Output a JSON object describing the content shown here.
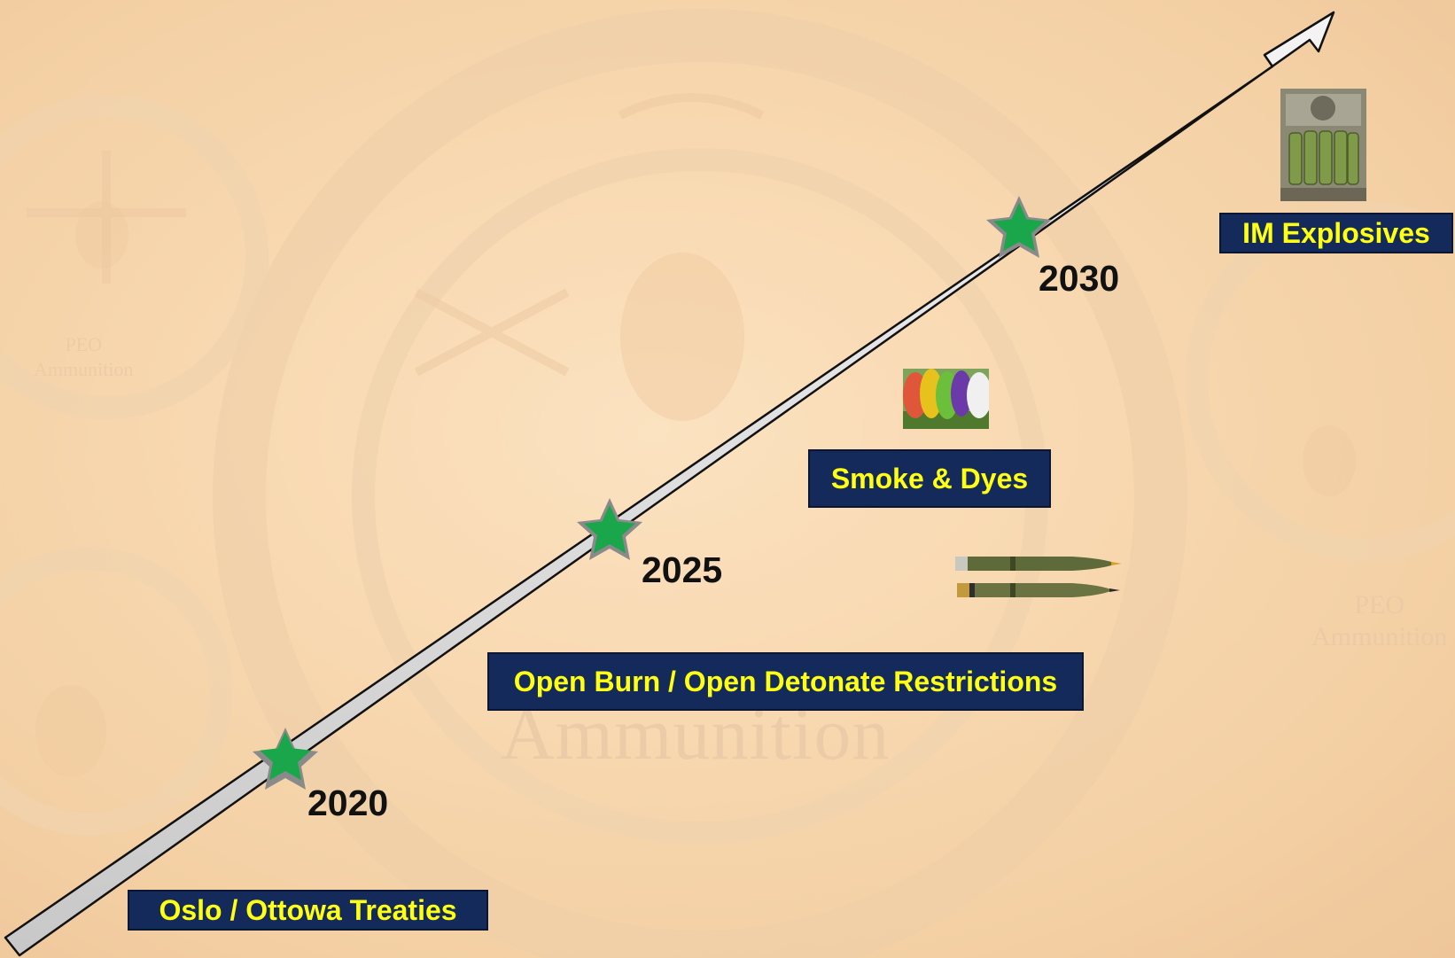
{
  "watermark": {
    "center_text": "Ammunition",
    "side_text_line1": "PEO",
    "side_text_line2": "Ammunition"
  },
  "milestones": [
    {
      "year": "2020"
    },
    {
      "year": "2025"
    },
    {
      "year": "2030"
    }
  ],
  "labels": {
    "oslo": "Oslo / Ottowa Treaties",
    "open_burn": "Open Burn / Open Detonate Restrictions",
    "smoke": "Smoke & Dyes",
    "im": "IM Explosives"
  },
  "colors": {
    "star": "#1aa64a",
    "star_outline": "#8a8a8a",
    "label_bg": "#132a5a",
    "label_text": "#ffff14",
    "arrow_fill": "#d6d6d6"
  }
}
